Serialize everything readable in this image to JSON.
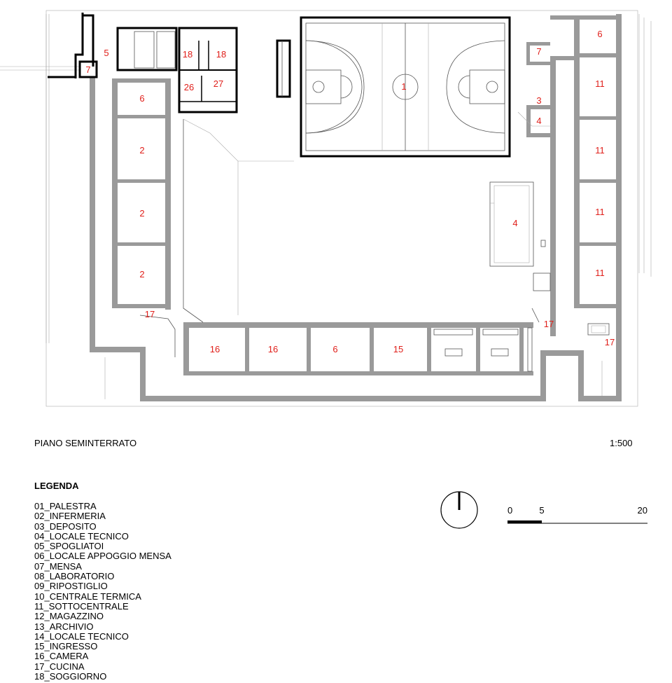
{
  "plan": {
    "title": "PIANO SEMINTERRATO",
    "scale": "1:500",
    "rooms": [
      {
        "id": "r5",
        "label": "5"
      },
      {
        "id": "r7a",
        "label": "7"
      },
      {
        "id": "r18a",
        "label": "18"
      },
      {
        "id": "r18b",
        "label": "18"
      },
      {
        "id": "r26",
        "label": "26"
      },
      {
        "id": "r27",
        "label": "27"
      },
      {
        "id": "r6a",
        "label": "6"
      },
      {
        "id": "r2a",
        "label": "2"
      },
      {
        "id": "r2b",
        "label": "2"
      },
      {
        "id": "r2c",
        "label": "2"
      },
      {
        "id": "r1",
        "label": "1"
      },
      {
        "id": "r6b",
        "label": "6"
      },
      {
        "id": "r7b",
        "label": "7"
      },
      {
        "id": "r3",
        "label": "3"
      },
      {
        "id": "r4a",
        "label": "4"
      },
      {
        "id": "r11a",
        "label": "11"
      },
      {
        "id": "r11b",
        "label": "11"
      },
      {
        "id": "r11c",
        "label": "11"
      },
      {
        "id": "r11d",
        "label": "11"
      },
      {
        "id": "r4b",
        "label": "4"
      },
      {
        "id": "r17a",
        "label": "17"
      },
      {
        "id": "r17b",
        "label": "17"
      },
      {
        "id": "r17c",
        "label": "17"
      },
      {
        "id": "r16a",
        "label": "16"
      },
      {
        "id": "r16b",
        "label": "16"
      },
      {
        "id": "r6c",
        "label": "6"
      },
      {
        "id": "r15",
        "label": "15"
      }
    ]
  },
  "legend": {
    "title": "LEGENDA",
    "items": [
      "01_PALESTRA",
      "02_INFERMERIA",
      "03_DEPOSITO",
      "04_LOCALE TECNICO",
      "05_SPOGLIATOI",
      "06_LOCALE APPOGGIO MENSA",
      "07_MENSA",
      "08_LABORATORIO",
      "09_RIPOSTIGLIO",
      "10_CENTRALE TERMICA",
      "11_SOTTOCENTRALE",
      "12_MAGAZZINO",
      "13_ARCHIVIO",
      "14_LOCALE TECNICO",
      "15_INGRESSO",
      "16_CAMERA",
      "17_CUCINA",
      "18_SOGGIORNO"
    ]
  },
  "scalebar": {
    "labels": [
      "0",
      "5",
      "20"
    ]
  },
  "colors": {
    "room_label": "#e0201b",
    "wall": "#9a9a9a",
    "new_wall": "#000000"
  }
}
